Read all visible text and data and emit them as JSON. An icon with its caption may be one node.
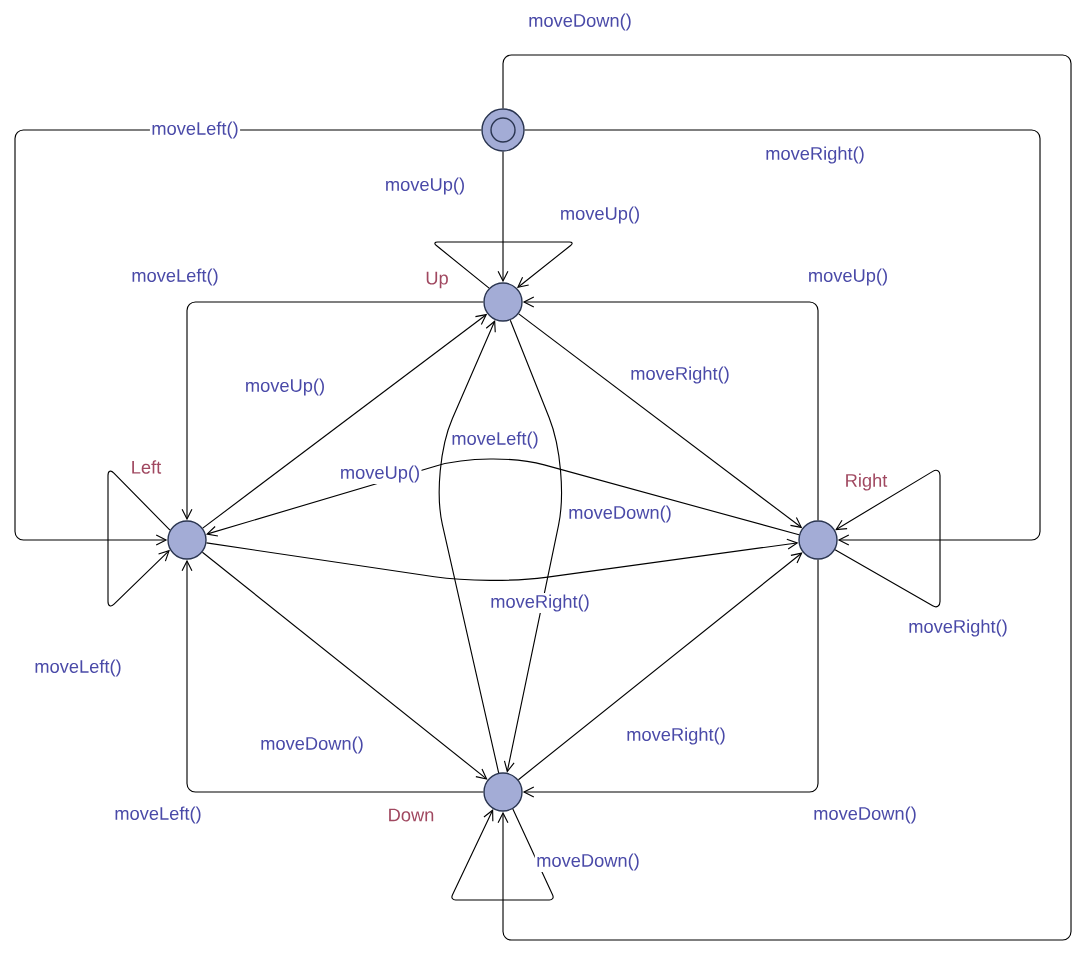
{
  "diagram": {
    "nodes": [
      {
        "text": [],
        "shape": "double-circle"
      },
      {
        "text": [],
        "shape": "circle",
        "beside": [
          "Up"
        ]
      },
      {
        "text": [],
        "shape": "circle",
        "beside": [
          "Left"
        ]
      },
      {
        "text": [],
        "shape": "circle",
        "beside": [
          "Right"
        ]
      },
      {
        "text": [],
        "shape": "circle",
        "beside": [
          "Down"
        ]
      }
    ],
    "edges": [
      {
        "from": 0,
        "to": 1,
        "arrow": "to",
        "label": "moveUp()"
      },
      {
        "from": 0,
        "to": 2,
        "arrow": "to",
        "label": "moveLeft()"
      },
      {
        "from": 0,
        "to": 3,
        "arrow": "to",
        "label": "moveRight()"
      },
      {
        "from": 0,
        "to": 4,
        "arrow": "to",
        "label": "moveDown()"
      },
      {
        "from": 1,
        "to": 1,
        "arrow": "to",
        "label": "moveUp()"
      },
      {
        "from": 1,
        "to": 2,
        "arrow": "to",
        "label": "moveLeft()"
      },
      {
        "from": 3,
        "to": 1,
        "arrow": "to",
        "label": "moveUp()"
      },
      {
        "from": 2,
        "to": 1,
        "arrow": "to",
        "label": "moveUp()"
      },
      {
        "from": 1,
        "to": 3,
        "arrow": "to",
        "label": "moveRight()"
      },
      {
        "from": 3,
        "to": 2,
        "arrow": "to",
        "label": "moveLeft()"
      },
      {
        "from": 4,
        "to": 1,
        "arrow": "to",
        "label": "moveUp()"
      },
      {
        "from": 1,
        "to": 4,
        "arrow": "to",
        "label": "moveDown()"
      },
      {
        "from": 2,
        "to": 3,
        "arrow": "to",
        "label": "moveRight()"
      },
      {
        "from": 2,
        "to": 2,
        "arrow": "to",
        "label": "moveLeft()"
      },
      {
        "from": 3,
        "to": 3,
        "arrow": "to",
        "label": "moveRight()"
      },
      {
        "from": 2,
        "to": 4,
        "arrow": "to",
        "label": "moveDown()"
      },
      {
        "from": 4,
        "to": 3,
        "arrow": "to",
        "label": "moveRight()"
      },
      {
        "from": 4,
        "to": 2,
        "arrow": "to",
        "label": "moveLeft()"
      },
      {
        "from": 3,
        "to": 4,
        "arrow": "to",
        "label": "moveDown()"
      },
      {
        "from": 4,
        "to": 4,
        "arrow": "to",
        "label": "moveDown()"
      }
    ]
  }
}
